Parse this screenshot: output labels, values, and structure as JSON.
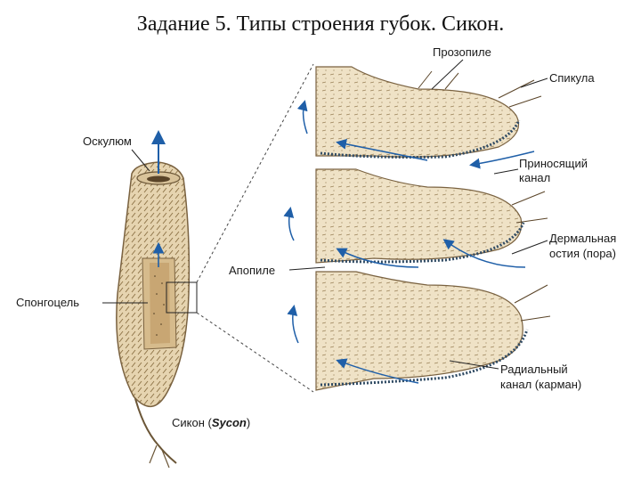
{
  "title": "Задание 5. Типы строения губок. Сикон.",
  "labels": {
    "prosopile": "Прозопиле",
    "spicule": "Спикула",
    "osculum": "Оскулюм",
    "incurrent_canal_line1": "Приносящий",
    "incurrent_canal_line2": "канал",
    "dermal_ostium_line1": "Дермальная",
    "dermal_ostium_line2": "остия (пора)",
    "apopile": "Апопиле",
    "spongocoel": "Спонгоцель",
    "radial_canal_line1": "Радиальный",
    "radial_canal_line2": "канал (карман)",
    "sycon_prefix": "Сикон (",
    "sycon_latin": "Sycon",
    "sycon_suffix": ")"
  },
  "colors": {
    "body_tan": "#e6d4b0",
    "body_shade": "#b89a66",
    "spongocoel_fill": "#c8a673",
    "choanocyte": "#2f4a63",
    "flow_arrow": "#1f5fa8",
    "leader_line": "#222222"
  }
}
